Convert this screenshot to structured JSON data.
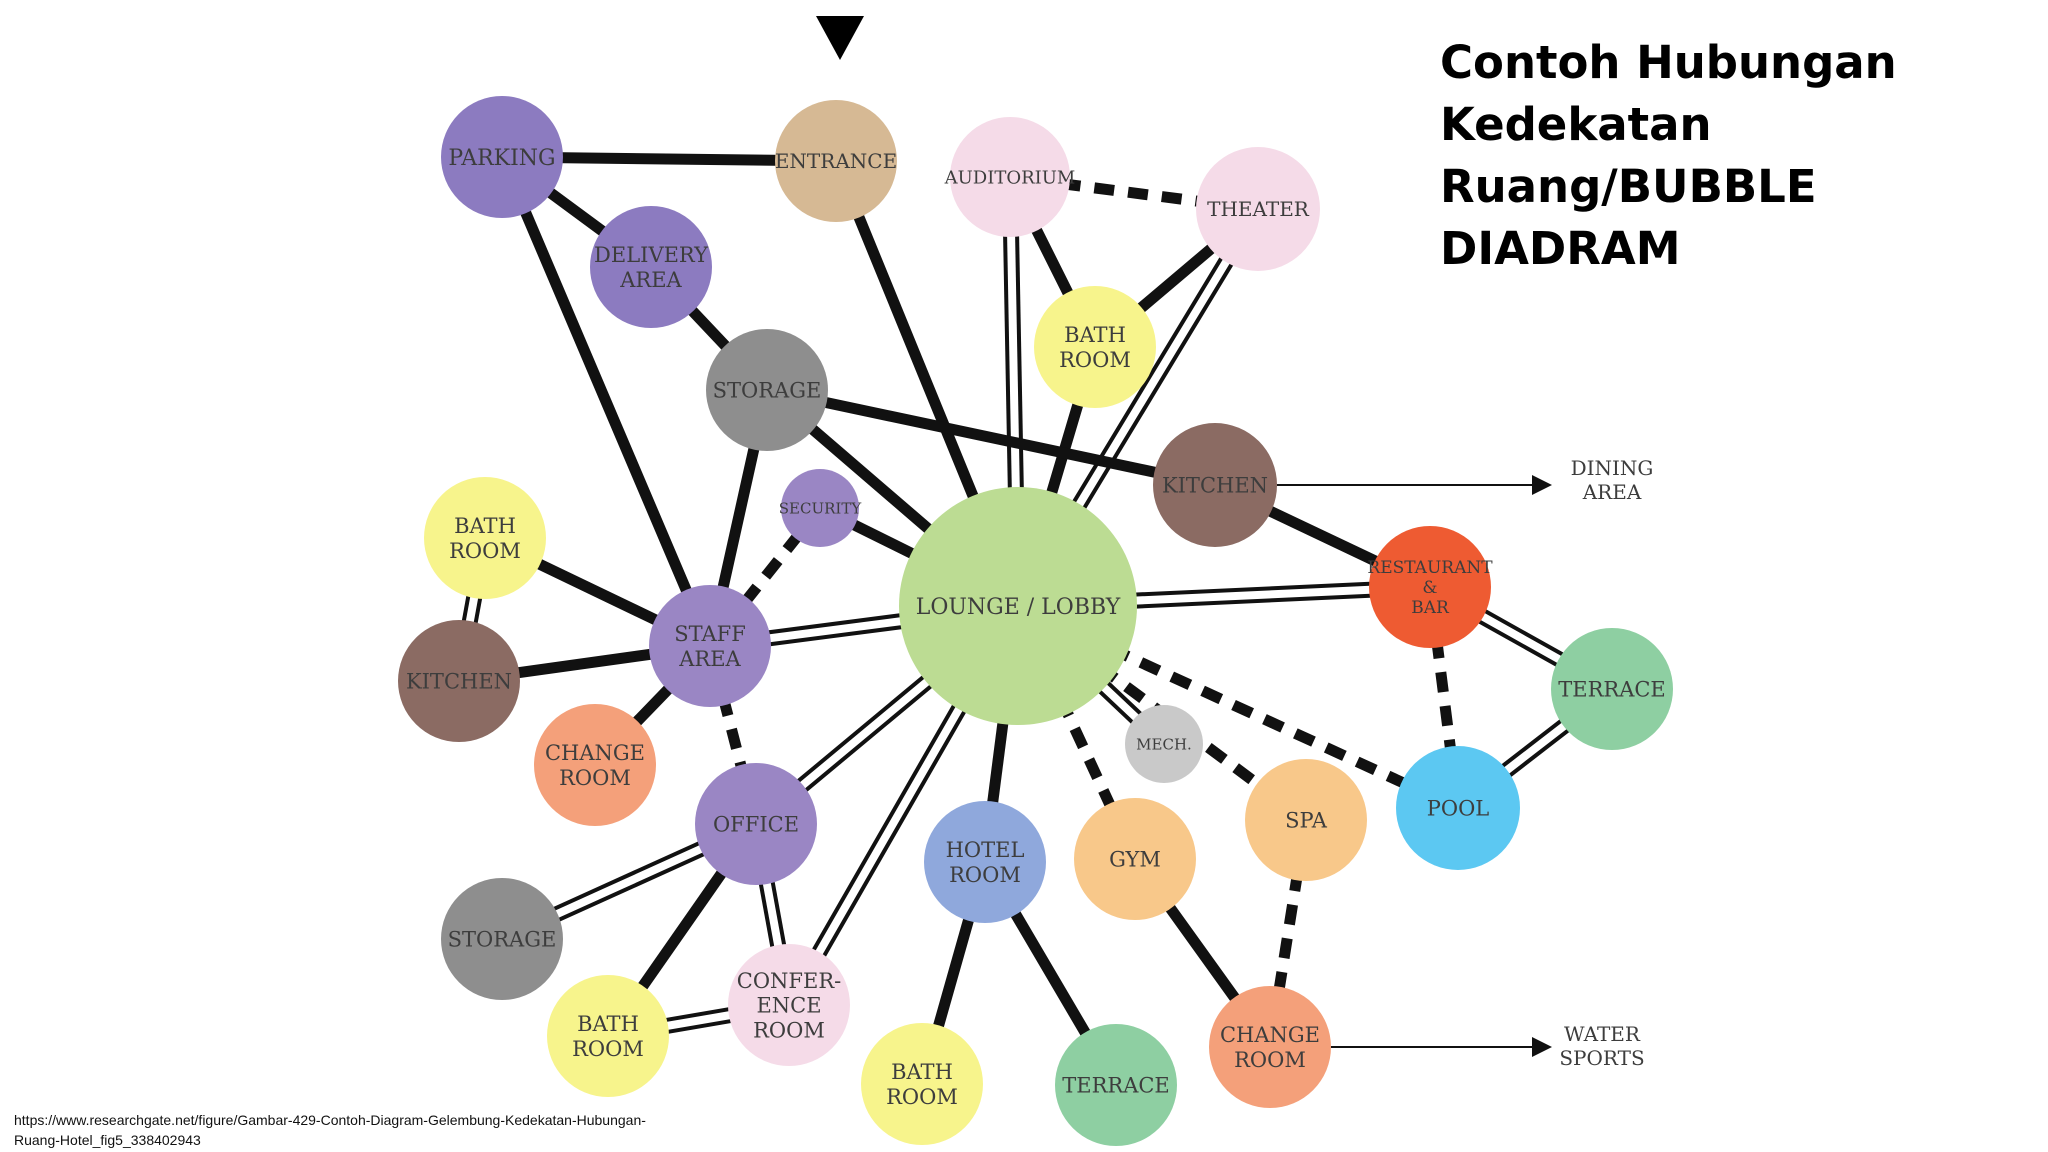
{
  "slide_title": "Contoh Hubungan\nKedekatan\nRuang/BUBBLE\nDIADRAM",
  "source_url": "https://www.researchgate.net/figure/Gambar-429-Contoh-Diagram-Gelembung-Kedekatan-Hubungan-\nRuang-Hotel_fig5_338402943",
  "legend_colors": {
    "purple": "#9a86c4",
    "tan": "#d6b994",
    "pink": "#f5dbe8",
    "yellow": "#f7f48c",
    "gray": "#8e8e8e",
    "green": "#bcdc93",
    "brown": "#8b6b63",
    "red": "#ee5b32",
    "salmon": "#f4a07a",
    "teal": "#8ecfa2",
    "blue": "#8fa8dc",
    "orange": "#f8c88a",
    "cyan": "#5cc8f2",
    "lightgray": "#c9c9c9"
  },
  "nodes": [
    {
      "id": "parking",
      "label": "PARKING",
      "color": "#8c7bc0"
    },
    {
      "id": "entrance",
      "label": "ENTRANCE",
      "color": "#d6b994"
    },
    {
      "id": "delivery",
      "label": "DELIVERY\nAREA",
      "color": "#8c7bc0"
    },
    {
      "id": "auditorium",
      "label": "AUDITORIUM",
      "color": "#f5dbe8"
    },
    {
      "id": "theater",
      "label": "THEATER",
      "color": "#f5dbe8"
    },
    {
      "id": "bath_top",
      "label": "BATH\nROOM",
      "color": "#f7f48c"
    },
    {
      "id": "storage_top",
      "label": "STORAGE",
      "color": "#8e8e8e"
    },
    {
      "id": "security",
      "label": "SECURITY",
      "color": "#9a86c4"
    },
    {
      "id": "bath_left",
      "label": "BATH\nROOM",
      "color": "#f7f48c"
    },
    {
      "id": "kitchen_top",
      "label": "KITCHEN",
      "color": "#8b6b63"
    },
    {
      "id": "lobby",
      "label": "LOUNGE / LOBBY",
      "color": "#bcdc93"
    },
    {
      "id": "restaurant",
      "label": "RESTAURANT\n&\nBAR",
      "color": "#ee5b32"
    },
    {
      "id": "staff",
      "label": "STAFF\nAREA",
      "color": "#9a86c4"
    },
    {
      "id": "kitchen_left",
      "label": "KITCHEN",
      "color": "#8b6b63"
    },
    {
      "id": "terrace_right",
      "label": "TERRACE",
      "color": "#8ecfa2"
    },
    {
      "id": "change_left",
      "label": "CHANGE\nROOM",
      "color": "#f4a07a"
    },
    {
      "id": "mech",
      "label": "MECH.",
      "color": "#c9c9c9"
    },
    {
      "id": "office",
      "label": "OFFICE",
      "color": "#9a86c4"
    },
    {
      "id": "spa",
      "label": "SPA",
      "color": "#f8c88a"
    },
    {
      "id": "pool",
      "label": "POOL",
      "color": "#5cc8f2"
    },
    {
      "id": "hotel",
      "label": "HOTEL\nROOM",
      "color": "#8fa8dc"
    },
    {
      "id": "gym",
      "label": "GYM",
      "color": "#f8c88a"
    },
    {
      "id": "storage_bottom",
      "label": "STORAGE",
      "color": "#8e8e8e"
    },
    {
      "id": "conference",
      "label": "CONFER-\nENCE\nROOM",
      "color": "#f5dbe8"
    },
    {
      "id": "bath_bl",
      "label": "BATH\nROOM",
      "color": "#f7f48c"
    },
    {
      "id": "bath_bottom",
      "label": "BATH\nROOM",
      "color": "#f7f48c"
    },
    {
      "id": "terrace_bottom",
      "label": "TERRACE",
      "color": "#8ecfa2"
    },
    {
      "id": "change_bottom",
      "label": "CHANGE\nROOM",
      "color": "#f4a07a"
    }
  ],
  "links": [
    {
      "from": "parking",
      "to": "entrance",
      "type": "solid"
    },
    {
      "from": "parking",
      "to": "delivery",
      "type": "solid"
    },
    {
      "from": "parking",
      "to": "staff",
      "type": "solid"
    },
    {
      "from": "delivery",
      "to": "storage_top",
      "type": "solid"
    },
    {
      "from": "entrance",
      "to": "lobby",
      "type": "solid"
    },
    {
      "from": "auditorium",
      "to": "theater",
      "type": "dashed"
    },
    {
      "from": "auditorium",
      "to": "bath_top",
      "type": "solid"
    },
    {
      "from": "theater",
      "to": "bath_top",
      "type": "solid"
    },
    {
      "from": "auditorium",
      "to": "lobby",
      "type": "double"
    },
    {
      "from": "theater",
      "to": "lobby",
      "type": "double"
    },
    {
      "from": "bath_top",
      "to": "lobby",
      "type": "solid"
    },
    {
      "from": "storage_top",
      "to": "kitchen_top",
      "type": "solid"
    },
    {
      "from": "storage_top",
      "to": "lobby",
      "type": "solid"
    },
    {
      "from": "storage_top",
      "to": "staff",
      "type": "solid"
    },
    {
      "from": "security",
      "to": "lobby",
      "type": "solid"
    },
    {
      "from": "security",
      "to": "staff",
      "type": "dashed"
    },
    {
      "from": "bath_left",
      "to": "staff",
      "type": "solid"
    },
    {
      "from": "bath_left",
      "to": "kitchen_left",
      "type": "double"
    },
    {
      "from": "kitchen_left",
      "to": "staff",
      "type": "solid"
    },
    {
      "from": "change_left",
      "to": "staff",
      "type": "solid"
    },
    {
      "from": "staff",
      "to": "lobby",
      "type": "double"
    },
    {
      "from": "staff",
      "to": "office",
      "type": "dashed"
    },
    {
      "from": "kitchen_top",
      "to": "restaurant",
      "type": "solid"
    },
    {
      "from": "lobby",
      "to": "restaurant",
      "type": "double"
    },
    {
      "from": "restaurant",
      "to": "terrace_right",
      "type": "double"
    },
    {
      "from": "restaurant",
      "to": "pool",
      "type": "dashed"
    },
    {
      "from": "pool",
      "to": "terrace_right",
      "type": "double"
    },
    {
      "from": "lobby",
      "to": "pool",
      "type": "dashed"
    },
    {
      "from": "lobby",
      "to": "spa",
      "type": "dashed"
    },
    {
      "from": "lobby",
      "to": "mech",
      "type": "double"
    },
    {
      "from": "lobby",
      "to": "gym",
      "type": "dashed"
    },
    {
      "from": "lobby",
      "to": "hotel",
      "type": "solid"
    },
    {
      "from": "lobby",
      "to": "office",
      "type": "double"
    },
    {
      "from": "lobby",
      "to": "conference",
      "type": "double"
    },
    {
      "from": "office",
      "to": "storage_bottom",
      "type": "double"
    },
    {
      "from": "office",
      "to": "bath_bl",
      "type": "solid"
    },
    {
      "from": "office",
      "to": "conference",
      "type": "double"
    },
    {
      "from": "conference",
      "to": "bath_bl",
      "type": "double"
    },
    {
      "from": "hotel",
      "to": "bath_bottom",
      "type": "solid"
    },
    {
      "from": "hotel",
      "to": "terrace_bottom",
      "type": "solid"
    },
    {
      "from": "gym",
      "to": "change_bottom",
      "type": "solid"
    },
    {
      "from": "spa",
      "to": "change_bottom",
      "type": "dashed"
    }
  ],
  "external_labels": [
    {
      "id": "dining",
      "label": "DINING\nAREA"
    },
    {
      "id": "water",
      "label": "WATER\nSPORTS"
    }
  ],
  "entry_marker": "entrance-arrow"
}
